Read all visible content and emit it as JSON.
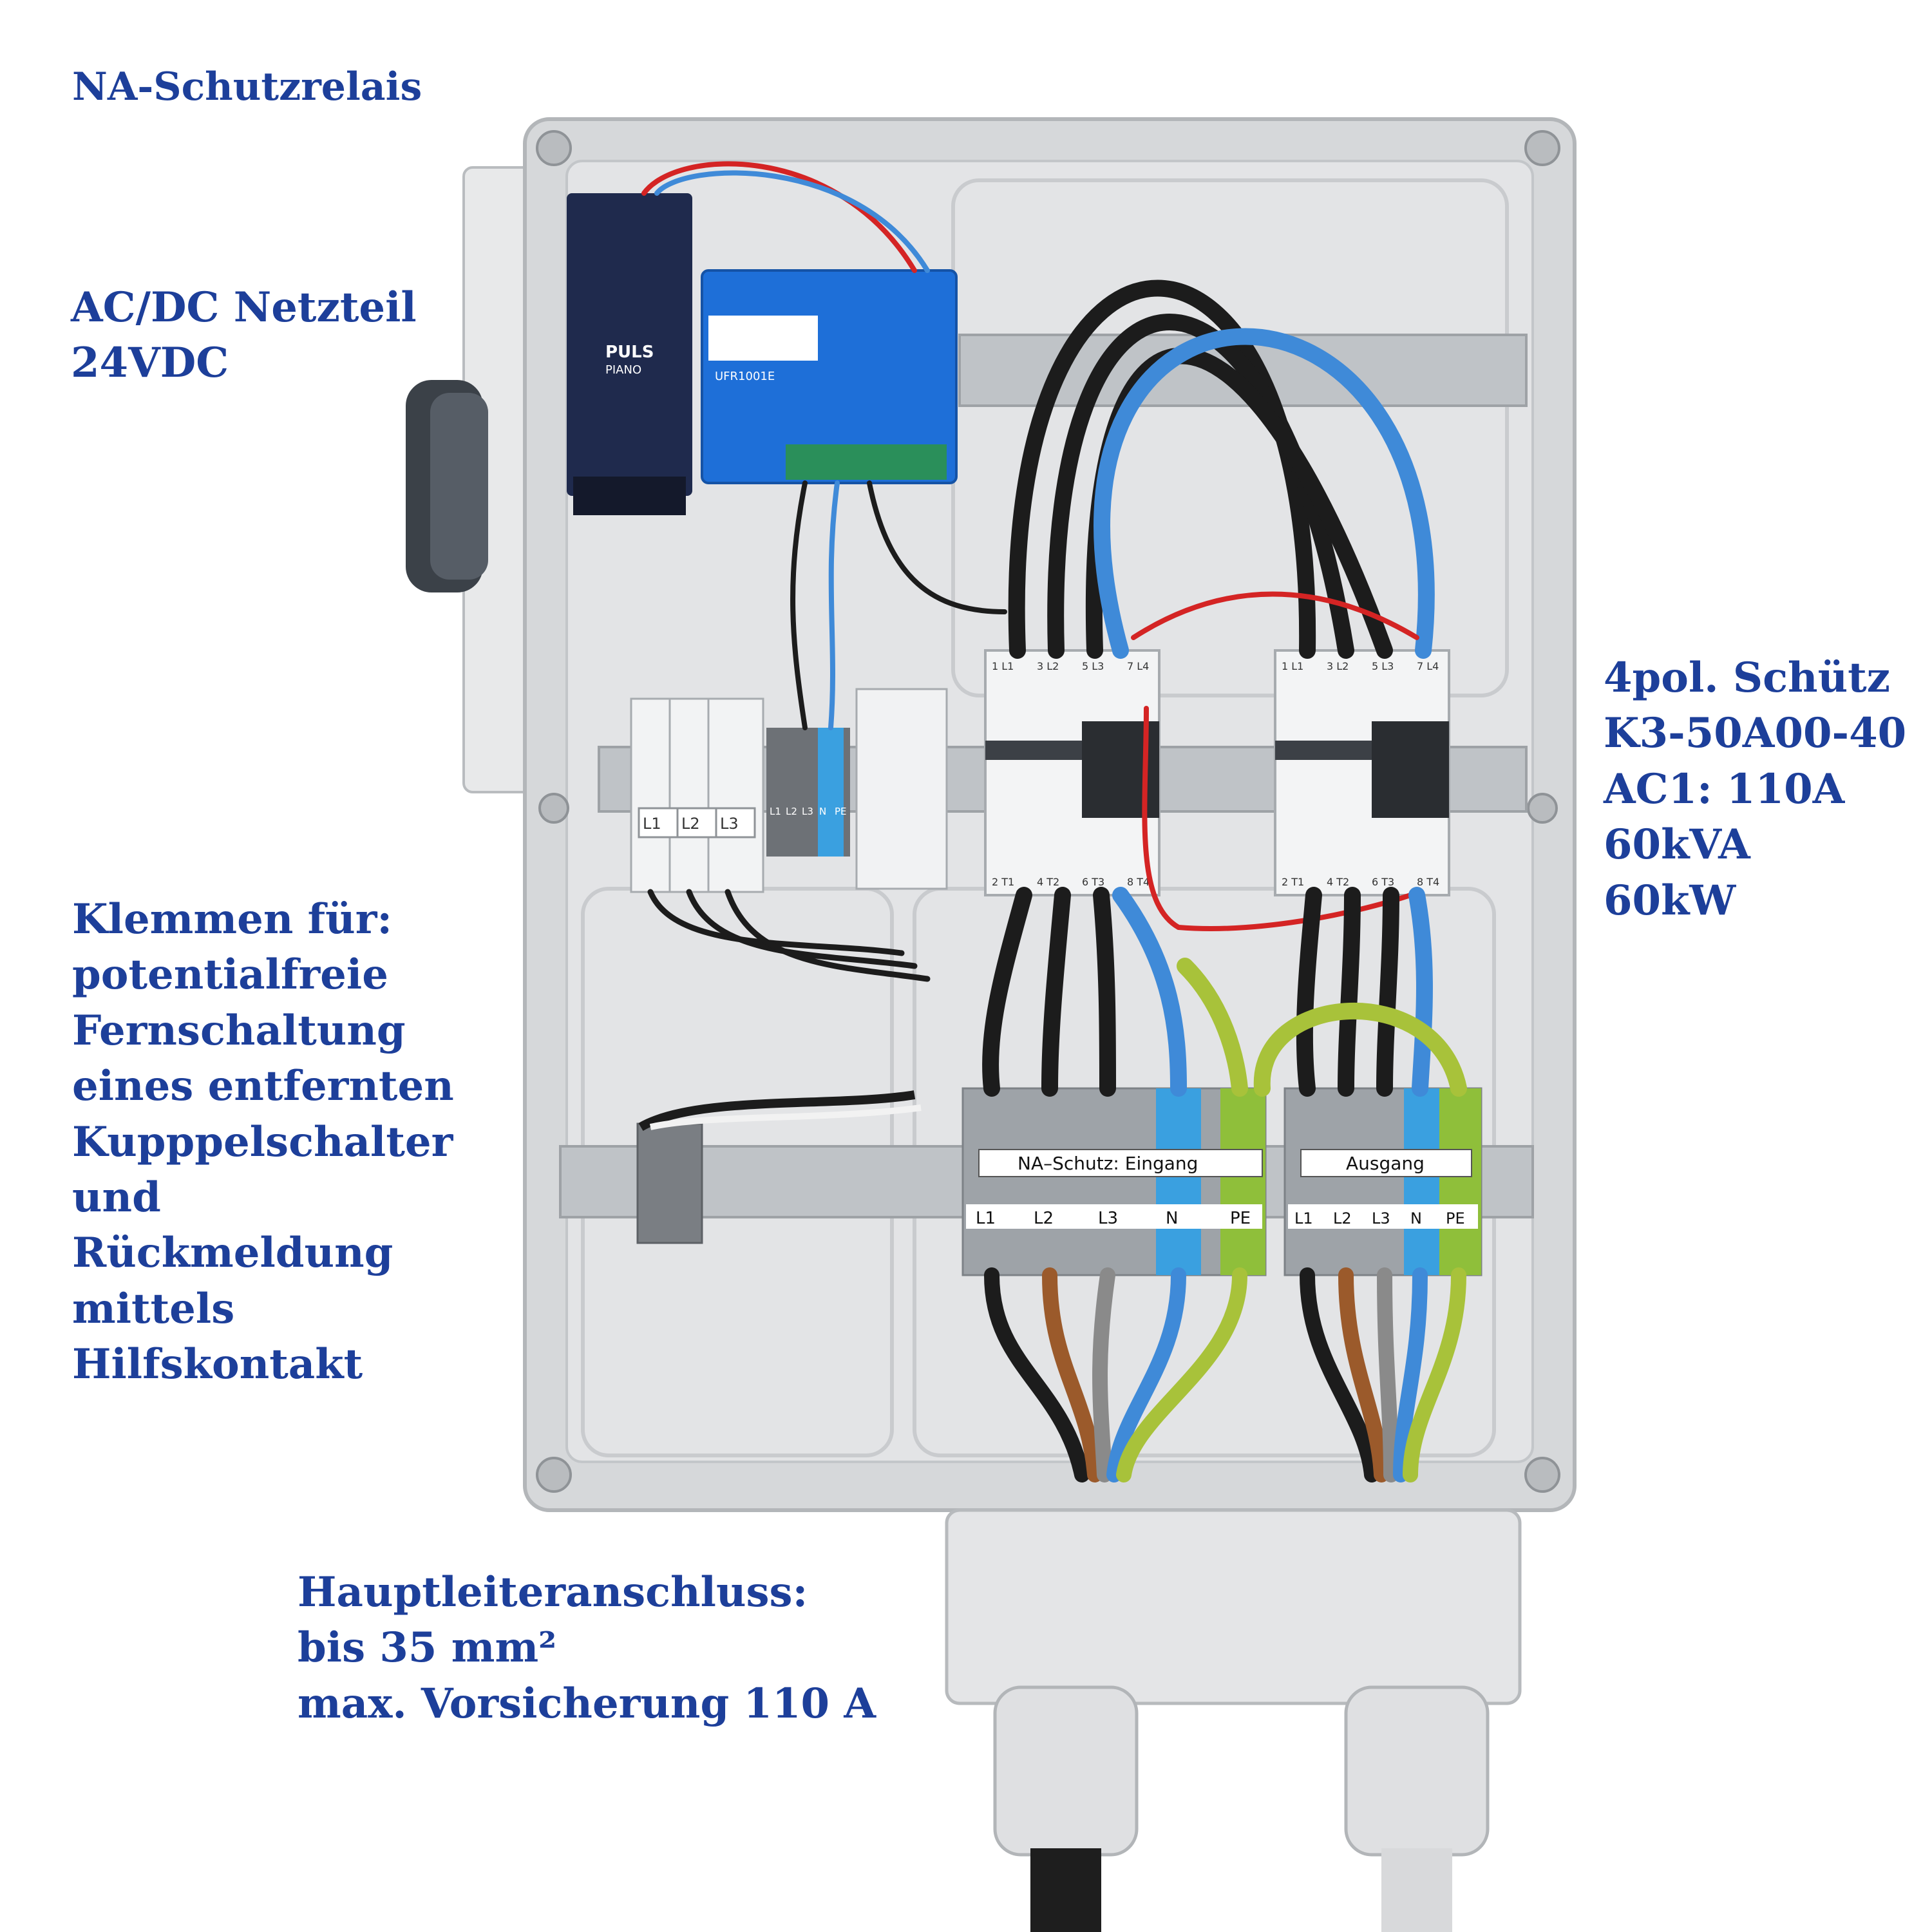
{
  "colors": {
    "annotation_text": "#1d3f9a",
    "enclosure": "#dadcde",
    "din_rail": "#bfc3c7",
    "relay_blue": "#1e6fd8",
    "psu_navy": "#1f2a4d",
    "wire_black": "#1c1c1c",
    "wire_blue": "#3f8ad8",
    "wire_brown": "#9b5a2b",
    "wire_grey": "#8a8a8a",
    "wire_green_yellow": "#a8c23a",
    "wire_red": "#d42424",
    "terminal_grey": "#9ea3a8",
    "terminal_blue": "#3aa0e0",
    "terminal_pe": "#8fbf3a"
  },
  "annotations": {
    "relay": "NA-Schutzrelais",
    "psu": [
      "AC/DC Netzteil",
      "24VDC"
    ],
    "contactor": [
      "4pol. Schütz",
      "K3-50A00-40",
      "AC1: 110A",
      "60kVA",
      "60kW"
    ],
    "terminals": [
      "Klemmen für:",
      "potentialfreie",
      "Fernschaltung",
      "eines entfernten",
      "Kupppelschalter",
      "und",
      "Rückmeldung",
      "mittels",
      "Hilfskontakt"
    ],
    "main_conductor": [
      "Hauptleiteranschluss:",
      "bis 35 mm²",
      "max. Vorsicherung 110 A"
    ]
  },
  "photo_labels": {
    "input_terminal_strip": "NA–Schutz: Eingang",
    "output_terminal_strip": "Ausgang",
    "input_terminals": [
      "L1",
      "L2",
      "L3",
      "N",
      "PE"
    ],
    "output_terminals": [
      "L1",
      "L2",
      "L3",
      "N",
      "PE"
    ],
    "breaker_labels": [
      "L1",
      "L2",
      "L3"
    ],
    "small_terminal_labels": [
      "L1",
      "L2",
      "L3",
      "N",
      "PE"
    ],
    "psu_brand": "PULS",
    "psu_line": "PIANO",
    "relay_model": "UFR1001E",
    "contactor_top_terminals": [
      "1 L1",
      "3 L2",
      "5 L3",
      "7 L4"
    ],
    "contactor_bottom_terminals": [
      "2 T1",
      "4 T2",
      "6 T3",
      "8 T4"
    ]
  }
}
